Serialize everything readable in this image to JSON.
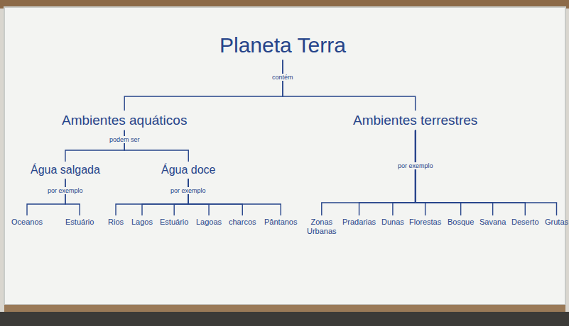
{
  "diagram": {
    "nodes": [
      {
        "text": [
          "Planeta Terra"
        ]
      },
      {
        "text": [
          "Ambientes aquáticos"
        ]
      },
      {
        "text": [
          "Ambientes terrestres"
        ]
      },
      {
        "text": [
          "Água salgada"
        ]
      },
      {
        "text": [
          "Água doce"
        ]
      },
      {
        "text": [
          "Oceanos"
        ]
      },
      {
        "text": [
          "Estuário"
        ]
      },
      {
        "text": [
          "Rios"
        ]
      },
      {
        "text": [
          "Lagos"
        ]
      },
      {
        "text": [
          "Estuário"
        ]
      },
      {
        "text": [
          "Lagoas"
        ]
      },
      {
        "text": [
          "charcos"
        ]
      },
      {
        "text": [
          "Pântanos"
        ]
      },
      {
        "text": [
          "Zonas Urbanas"
        ]
      },
      {
        "text": [
          "Pradarias"
        ]
      },
      {
        "text": [
          "Dunas"
        ]
      },
      {
        "text": [
          "Florestas"
        ]
      },
      {
        "text": [
          "Bosque"
        ]
      },
      {
        "text": [
          "Savana"
        ]
      },
      {
        "text": [
          "Deserto"
        ]
      },
      {
        "text": [
          "Grutas"
        ]
      }
    ],
    "edges": [
      {
        "from": 0,
        "to": 1,
        "arrow": "none",
        "label": "contém"
      },
      {
        "from": 0,
        "to": 2,
        "arrow": "none"
      },
      {
        "from": 1,
        "to": 3,
        "arrow": "none",
        "label": "podem ser"
      },
      {
        "from": 1,
        "to": 4,
        "arrow": "none"
      },
      {
        "from": 3,
        "to": 5,
        "arrow": "none",
        "label": "por exemplo"
      },
      {
        "from": 3,
        "to": 6,
        "arrow": "none"
      },
      {
        "from": 4,
        "to": 7,
        "arrow": "none",
        "label": "por exemplo"
      },
      {
        "from": 4,
        "to": 8,
        "arrow": "none"
      },
      {
        "from": 4,
        "to": 9,
        "arrow": "none"
      },
      {
        "from": 4,
        "to": 10,
        "arrow": "none"
      },
      {
        "from": 4,
        "to": 11,
        "arrow": "none"
      },
      {
        "from": 4,
        "to": 12,
        "arrow": "none"
      },
      {
        "from": 2,
        "to": 13,
        "arrow": "none",
        "label": "por exemplo"
      },
      {
        "from": 2,
        "to": 14,
        "arrow": "none"
      },
      {
        "from": 2,
        "to": 15,
        "arrow": "none"
      },
      {
        "from": 2,
        "to": 16,
        "arrow": "none"
      },
      {
        "from": 2,
        "to": 17,
        "arrow": "none"
      },
      {
        "from": 2,
        "to": 18,
        "arrow": "none"
      },
      {
        "from": 2,
        "to": 19,
        "arrow": "none"
      },
      {
        "from": 2,
        "to": 20,
        "arrow": "none"
      }
    ]
  }
}
